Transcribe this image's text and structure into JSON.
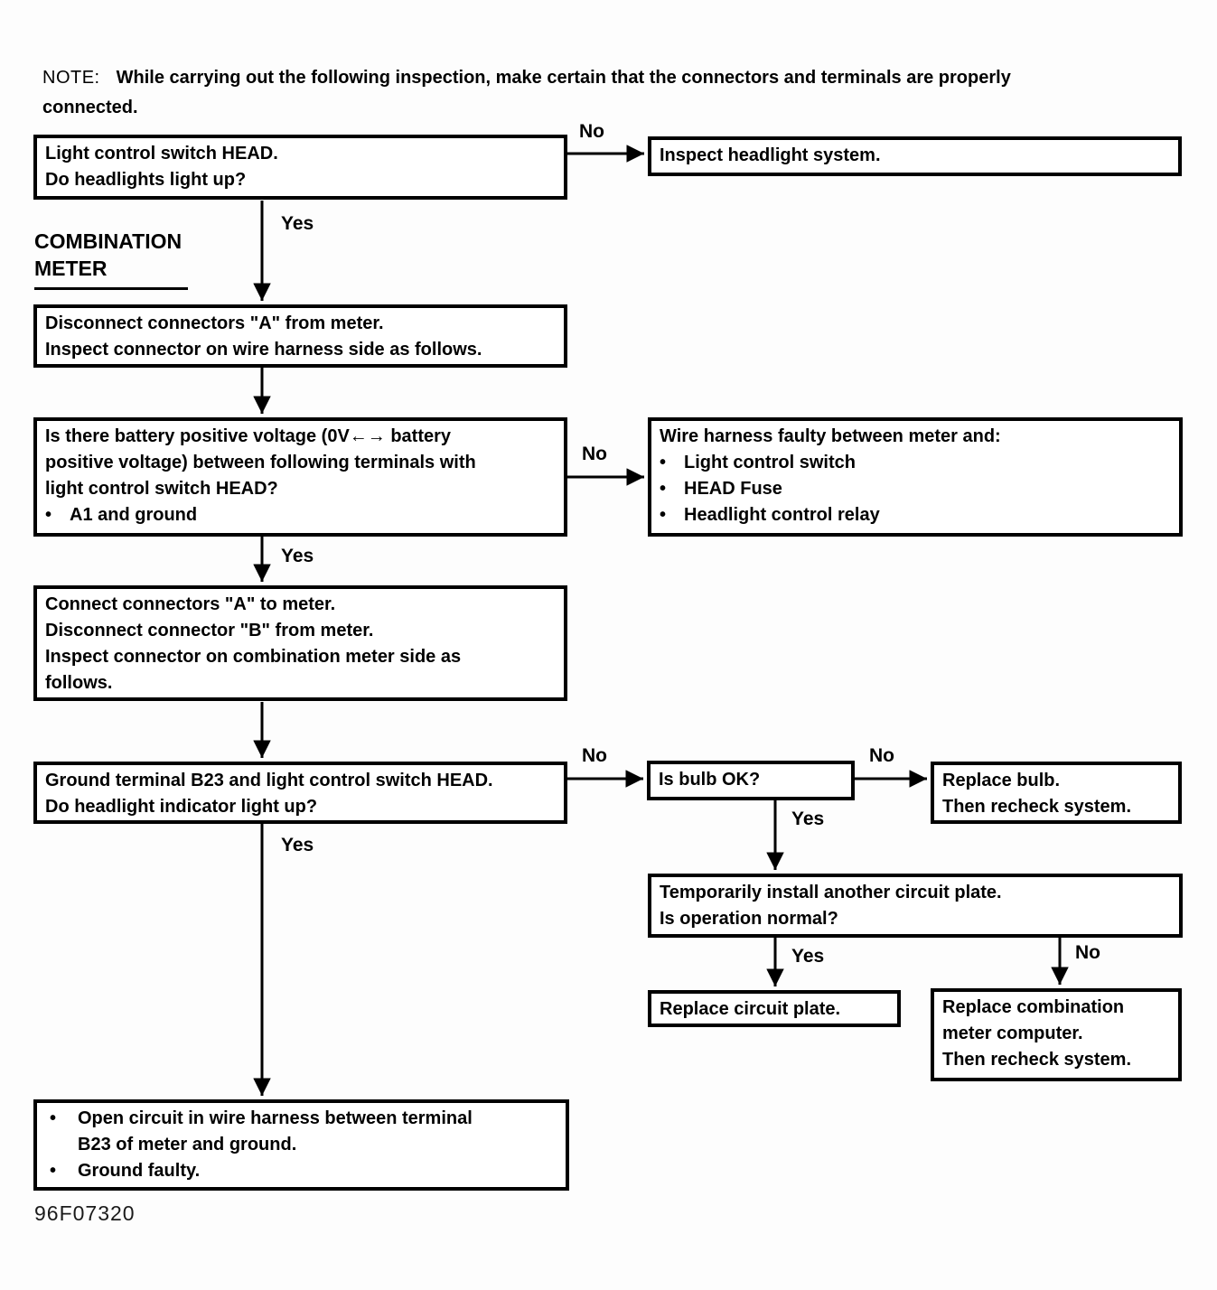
{
  "note": {
    "prefix": "NOTE:",
    "line1": "While carrying out the following inspection, make certain that the connectors and terminals are properly",
    "line2": "connected."
  },
  "section_label": {
    "line1": "COMBINATION",
    "line2": "METER"
  },
  "figure_id": "96F07320",
  "glyphs": {
    "bullet": "•"
  },
  "nodes": {
    "q_headlights": {
      "lines": [
        "Light control switch HEAD.",
        "Do headlights light up?"
      ]
    },
    "inspect_headlight": {
      "lines": [
        "Inspect headlight system."
      ]
    },
    "disconnect_a": {
      "lines": [
        "Disconnect connectors \"A\" from meter.",
        "Inspect connector on wire harness side as follows."
      ]
    },
    "voltage_check": {
      "lines": [
        "Is there battery positive voltage (0V←→ battery",
        "positive voltage) between following terminals with",
        "light control switch HEAD?"
      ],
      "bullets": [
        "A1 and ground"
      ]
    },
    "wire_harness_faulty": {
      "lines": [
        "Wire harness faulty between meter and:"
      ],
      "bullets": [
        "Light control switch",
        "HEAD Fuse",
        "Headlight control relay"
      ]
    },
    "connect_b": {
      "lines": [
        "Connect connectors \"A\" to meter.",
        "Disconnect connector \"B\" from meter.",
        "Inspect connector on combination meter side as",
        "follows."
      ]
    },
    "ground_b23": {
      "lines": [
        "Ground terminal B23 and light control switch HEAD.",
        "Do headlight indicator light up?"
      ]
    },
    "is_bulb_ok": {
      "lines": [
        "Is bulb OK?"
      ]
    },
    "replace_bulb": {
      "lines": [
        "Replace bulb.",
        "Then recheck system."
      ]
    },
    "temp_circuit_plate": {
      "lines": [
        "Temporarily install another circuit plate.",
        "Is operation normal?"
      ]
    },
    "replace_circuit_plate": {
      "lines": [
        "Replace circuit plate."
      ]
    },
    "replace_combo_computer": {
      "lines": [
        "Replace combination",
        "meter computer.",
        "Then recheck system."
      ]
    },
    "open_circuit": {
      "bullets": [
        [
          "Open circuit in wire harness between terminal",
          "B23 of meter and ground."
        ],
        [
          "Ground faulty."
        ]
      ]
    }
  },
  "edges": [
    {
      "from": "q_headlights",
      "to": "inspect_headlight",
      "label": "No"
    },
    {
      "from": "q_headlights",
      "to": "disconnect_a",
      "label": "Yes"
    },
    {
      "from": "disconnect_a",
      "to": "voltage_check",
      "label": ""
    },
    {
      "from": "voltage_check",
      "to": "wire_harness_faulty",
      "label": "No"
    },
    {
      "from": "voltage_check",
      "to": "connect_b",
      "label": "Yes"
    },
    {
      "from": "connect_b",
      "to": "ground_b23",
      "label": ""
    },
    {
      "from": "ground_b23",
      "to": "is_bulb_ok",
      "label": "No"
    },
    {
      "from": "is_bulb_ok",
      "to": "replace_bulb",
      "label": "No"
    },
    {
      "from": "is_bulb_ok",
      "to": "temp_circuit_plate",
      "label": "Yes"
    },
    {
      "from": "temp_circuit_plate",
      "to": "replace_circuit_plate",
      "label": "Yes"
    },
    {
      "from": "temp_circuit_plate",
      "to": "replace_combo_computer",
      "label": "No"
    },
    {
      "from": "ground_b23",
      "to": "open_circuit",
      "label": "Yes"
    }
  ]
}
